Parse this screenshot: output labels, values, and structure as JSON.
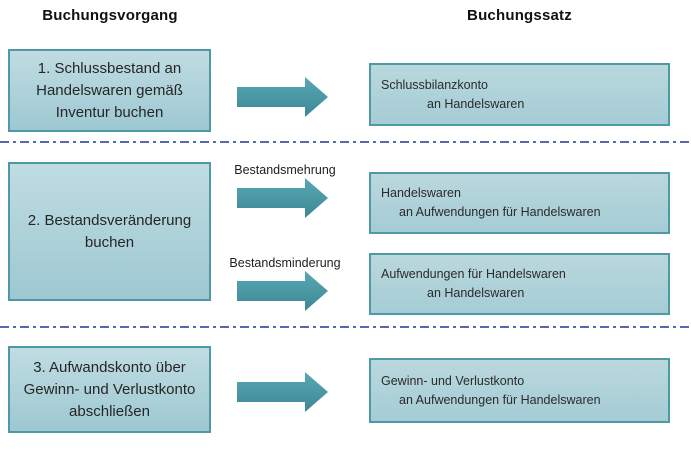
{
  "columns": {
    "left_header": "Buchungsvorgang",
    "right_header": "Buchungssatz"
  },
  "rows": [
    {
      "step": "1. Schlussbestand an Handelswaren gemäß Inventur buchen",
      "entries": [
        {
          "debit": "Schlussbilanzkonto",
          "credit": "an Handelswaren"
        }
      ]
    },
    {
      "step": "2. Bestandsveränderung buchen",
      "entries": [
        {
          "label": "Bestandsmehrung",
          "debit": "Handelswaren",
          "credit": "an Aufwendungen für Handelswaren"
        },
        {
          "label": "Bestandsminderung",
          "debit": "Aufwendungen für Handelswaren",
          "credit": "an Handelswaren"
        }
      ]
    },
    {
      "step": "3. Aufwandskonto über Gewinn- und Verlustkonto abschließen",
      "entries": [
        {
          "debit": "Gewinn- und Verlustkonto",
          "credit": "an Aufwendungen für Handelswaren"
        }
      ]
    }
  ],
  "colors": {
    "box_border": "#4f99a7",
    "box_fill_top": "#c0dce2",
    "box_fill_bottom": "#9dc8d2",
    "arrow_top": "#59a8b5",
    "arrow_bottom": "#3e8794",
    "separator": "#5a67ae"
  }
}
